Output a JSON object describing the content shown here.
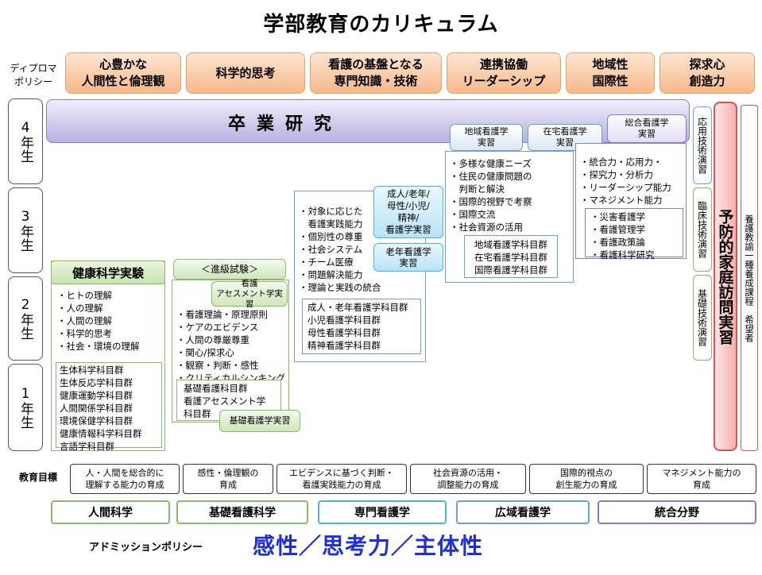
{
  "title": "学部教育のカリキュラム",
  "diploma_policy": {
    "label": [
      "ディプロマ",
      "ポリシー"
    ],
    "items": [
      [
        "心豊かな",
        "人間性と倫理観"
      ],
      [
        "科学的思考"
      ],
      [
        "看護の基盤となる",
        "専門知識・技術"
      ],
      [
        "連携協働",
        "リーダーシップ"
      ],
      [
        "地域性",
        "国際性"
      ],
      [
        "探求心",
        "創造力"
      ]
    ]
  },
  "years": [
    "4年生",
    "3年生",
    "2年生",
    "1年生"
  ],
  "graduation_research": "卒業研究",
  "practicum_pills": {
    "community": [
      "地域看護学",
      "実習"
    ],
    "home": [
      "在宅看護学",
      "実習"
    ],
    "integrated": [
      "総合看護学",
      "実習"
    ],
    "adult_group": [
      "成人/老年/",
      "母性/小児/",
      "精神/",
      "看護学実習"
    ],
    "elderly": [
      "老年看護学",
      "実習"
    ],
    "assessment": [
      "看護",
      "アセスメント学実習"
    ],
    "basic": "基礎看護学実習",
    "advancement_exam": "＜進級試験＞"
  },
  "health_science_lab": "健康科学実験",
  "col1": {
    "abilities": [
      "・ヒトの理解",
      "・人の理解",
      "・人間の理解",
      "・科学的思考",
      "・社会・環境の理解"
    ],
    "subjects": [
      "生体科学科目群",
      "生体反応学科目群",
      "健康運動学科目群",
      "人間関係学科目群",
      "環境保健学科目群",
      "健康情報科学科目群",
      "言語学科目群"
    ]
  },
  "col2": {
    "abilities": [
      "・看護理論・原理原則",
      "・ケアのエビデンス",
      "・人間の尊厳尊重",
      "・関心/探求心",
      "・観察・判断・感性",
      "・クリティカルシンキング"
    ],
    "subjects": [
      "基礎看護科目群",
      "看護アセスメント学",
      "科目群"
    ]
  },
  "col3": {
    "abilities": [
      "・対象に応じた",
      "　看護実践能力",
      "・個別性の尊重",
      "・社会システム",
      "・チーム医療",
      "・問題解決能力",
      "・理論と実践の統合"
    ],
    "subjects": [
      "成人・老年看護学科目群",
      "小児看護学科目群",
      "母性看護学科目群",
      "精神看護学科目群"
    ]
  },
  "col4": {
    "abilities": [
      "・多様な健康ニーズ",
      "・住民の健康問題の",
      "　判断と解決",
      "・国際的視野で考察",
      "・国際交流",
      "・社会資源の活用"
    ],
    "subjects": [
      "地域看護学科目群",
      "在宅看護学科目群",
      "国際看護学科目群"
    ]
  },
  "col5": {
    "abilities": [
      "・統合力・応用力・",
      "・探究力・分析力",
      "・リーダーシップ能力",
      "・マネジメント能力"
    ],
    "subjects": [
      "・災害看護学",
      "・看護管理学",
      "・看護政策論",
      "・看護科学研究"
    ]
  },
  "skill_drills": {
    "applied": "応用技術演習",
    "clinical": "臨床技術演習",
    "basic": "基礎技術演習"
  },
  "home_visit": "予防的家庭訪問実習",
  "teacher_course": "養護教諭一種養成課程　希望者",
  "education_goals": {
    "label": "教育目標",
    "items": [
      [
        "人・人間を総合的に",
        "理解する能力の育成"
      ],
      [
        "感性・倫理観の",
        "育成"
      ],
      [
        "エビデンスに基づく判断・",
        "看護実践能力の育成"
      ],
      [
        "社会資源の活用・",
        "調整能力の育成"
      ],
      [
        "国際的視点の",
        "創生能力の育成"
      ],
      [
        "マネジメント能力の",
        "育成"
      ]
    ]
  },
  "fields": [
    "人間科学",
    "基礎看護科学",
    "専門看護学",
    "広域看護学",
    "統合分野"
  ],
  "admission_policy": {
    "label": "アドミッションポリシー",
    "value": "感性／思考力／主体性"
  },
  "colors": {
    "diploma_fill": "#f6b98a",
    "research_fill": "#b8b0e0",
    "blue_border": "#6fa2c9",
    "green_border": "#8cb86a",
    "purple_border": "#8a7cc8",
    "red_border": "#d9534f",
    "admission_text": "#1f2fe0"
  }
}
